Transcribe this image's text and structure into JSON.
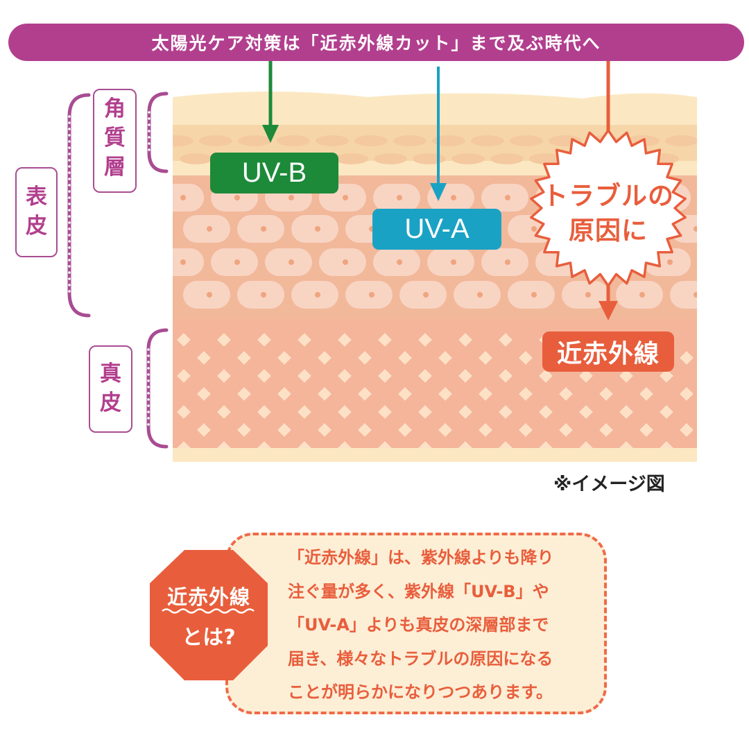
{
  "banner": {
    "title": "太陽光ケア対策は「近赤外線カット」まで及ぶ時代へ"
  },
  "layers": {
    "stratum_corneum": [
      "角",
      "質",
      "層"
    ],
    "epidermis": [
      "表",
      "皮"
    ],
    "dermis": [
      "真",
      "皮"
    ]
  },
  "rays": {
    "uvb": {
      "label": "UV-B",
      "color": "#1d8a3a"
    },
    "uva": {
      "label": "UV-A",
      "color": "#1aa2c5"
    },
    "nir": {
      "label": "近赤外線",
      "color": "#e85e3c"
    }
  },
  "burst": {
    "lines": [
      "トラブルの",
      "原因に"
    ]
  },
  "note": "※イメージ図",
  "info": {
    "title": "近赤外線",
    "subtitle": "とは?",
    "lines": [
      "「近赤外線」は、紫外線よりも降り",
      "注ぐ量が多く、紫外線「UV-B」や",
      "「UV-A」よりも真皮の深層部まで",
      "届き、様々なトラブルの原因になる",
      "ことが明らかになりつつあります。"
    ]
  },
  "colors": {
    "banner": "#b23f8e",
    "bracket": "#a84c92",
    "skin_top": "#fbe8c2",
    "epidermis": "#f2b89a",
    "dermis": "#f4b59b",
    "accent": "#e85e3c"
  }
}
